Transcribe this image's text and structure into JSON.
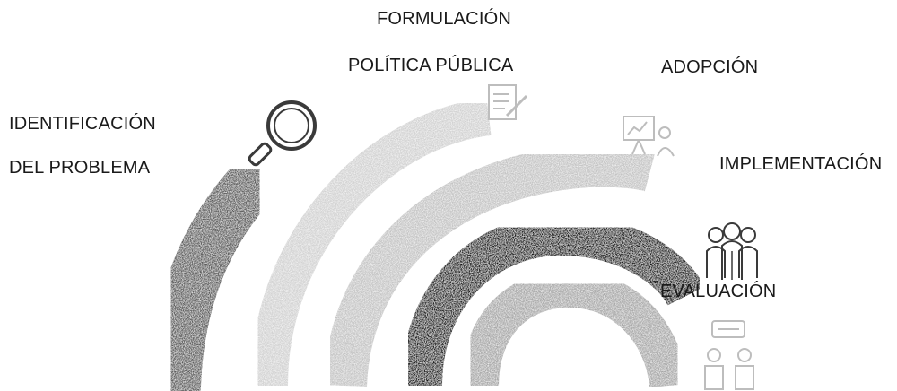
{
  "stages": {
    "identificacion": {
      "line1": "IDENTIFICACIÓN",
      "line2": "DEL PROBLEMA",
      "icon": "magnifier-icon"
    },
    "formulacion": {
      "line1": "FORMULACIÓN",
      "line2": "POLÍTICA PÚBLICA",
      "icon": "document-pen-icon"
    },
    "adopcion": {
      "label": "ADOPCIÓN",
      "icon": "presentation-icon"
    },
    "implementacion": {
      "label": "IMPLEMENTACIÓN",
      "icon": "people-group-icon"
    },
    "evaluacion": {
      "label": "EVALUACIÓN",
      "icon": "meeting-icon"
    }
  },
  "colors": {
    "arc_identificacion": "#5a5a5a",
    "arc_formulacion": "#d2d2d2",
    "arc_adopcion": "#c4c4c4",
    "arc_implementacion": "#161616",
    "arc_evaluacion": "#a8a8a8",
    "icon_dark": "#3a3a3a",
    "icon_light": "#bdbdbd"
  }
}
